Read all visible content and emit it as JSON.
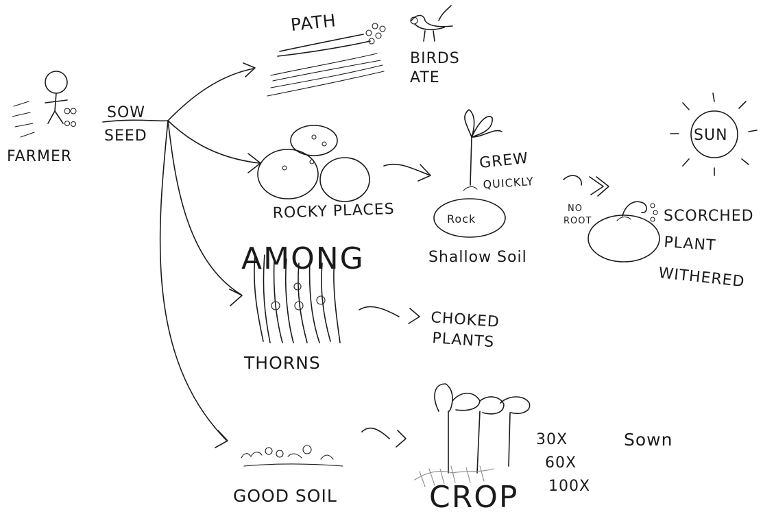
{
  "diagram": {
    "farmer_label": "FARMER",
    "sow_label_line1": "SOW",
    "sow_label_line2": "SEED",
    "path": {
      "label": "PATH",
      "outcome_line1": "BIRDS",
      "outcome_line2": "ATE"
    },
    "rocky": {
      "label": "ROCKY PLACES",
      "grew_line1": "GREW",
      "grew_line2": "QUICKLY",
      "rock_label": "Rock",
      "shallow_label": "Shallow Soil",
      "no_root_line1": "NO",
      "no_root_line2": "ROOT",
      "sun_label": "SUN",
      "scorched_line1": "SCORCHED",
      "scorched_line2": "PLANT",
      "scorched_line3": "WITHERED"
    },
    "thorns": {
      "label_top": "AMONG",
      "label_bottom": "THORNS",
      "outcome_line1": "CHOKED",
      "outcome_line2": "PLANTS"
    },
    "good": {
      "label": "GOOD SOIL",
      "crop_label": "CROP",
      "yield_1": "30X",
      "yield_2": "60X",
      "yield_3": "100X",
      "sown_label": "Sown"
    }
  }
}
